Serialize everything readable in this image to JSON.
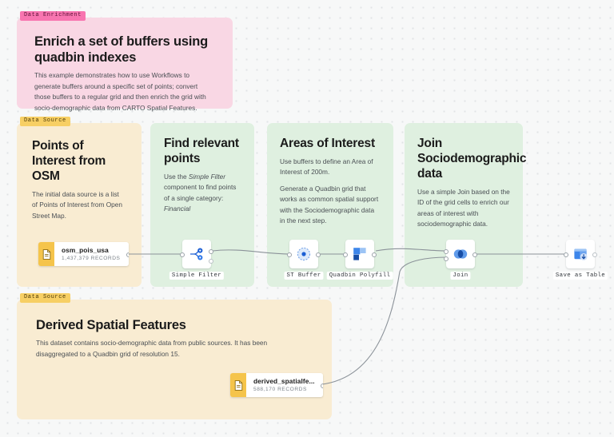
{
  "canvas": {
    "background_color": "#f7f8f8",
    "dot_color": "#e2e4e6"
  },
  "panels": [
    {
      "id": "data-enrichment",
      "badge": "Data Enrichment",
      "badge_color": "#f875b0",
      "panel_color": "#f9d7e4",
      "title": "Enrich a set of buffers using quadbin indexes",
      "body": "This example demonstrates how to use Workflows to generate buffers around a specific set of points; convert those buffers to a regular grid and then enrich the grid with socio-demographic data from CARTO Spatial Features."
    },
    {
      "id": "points-of-interest",
      "badge": "Data Source",
      "badge_color": "#f7cf64",
      "panel_color": "#f9ecd2",
      "title": "Points of Interest from OSM",
      "body": "The initial data source is a list of Points of Interest from Open Street Map."
    },
    {
      "id": "find-relevant-points",
      "badge": "",
      "panel_color": "#dff0e0",
      "title": "Find relevant points",
      "body_pre": "Use the ",
      "body_em1": "Simple Filter",
      "body_mid": " component to find points of a single category: ",
      "body_em2": "Financial"
    },
    {
      "id": "areas-of-interest",
      "badge": "",
      "panel_color": "#dff0e0",
      "title": "Areas of Interest",
      "body": "Use buffers to define an Area of Interest of 200m.",
      "body2": "Generate a Quadbin grid that works as common spatial support with the Sociodemographic data in the next step."
    },
    {
      "id": "join-sociodemographic",
      "badge": "",
      "panel_color": "#dff0e0",
      "title": "Join Sociodemographic data",
      "body": "Use a simple Join based on the ID of the grid cells to enrich our areas of interest with sociodemographic data."
    },
    {
      "id": "derived-spatial-features",
      "badge": "Data Source",
      "badge_color": "#f7cf64",
      "panel_color": "#f9ecd2",
      "title": "Derived Spatial Features",
      "body": "This dataset contains socio-demographic data from public sources. It has been disaggregated to a Quadbin grid of resolution 15."
    }
  ],
  "data_nodes": [
    {
      "id": "osm-pois-usa",
      "name": "osm_pois_usa",
      "records": "1,437,379 RECORDS",
      "icon": "file-icon",
      "swatch_color": "#f5c44b"
    },
    {
      "id": "derived-spatialfe",
      "name": "derived_spatialfe...",
      "records": "588,170 RECORDS",
      "icon": "file-icon",
      "swatch_color": "#f5c44b"
    }
  ],
  "workflow_nodes": [
    {
      "id": "simple-filter",
      "label": "Simple Filter",
      "icon": "filter-branch-icon"
    },
    {
      "id": "st-buffer",
      "label": "ST Buffer",
      "icon": "buffer-circle-icon"
    },
    {
      "id": "quadbin-polyfill",
      "label": "Quadbin Polyfill",
      "icon": "quadbin-squares-icon"
    },
    {
      "id": "join",
      "label": "Join",
      "icon": "join-venn-icon"
    },
    {
      "id": "save-as-table",
      "label": "Save as Table",
      "icon": "save-table-icon"
    }
  ],
  "colors": {
    "edge": "#8b9299",
    "accent_blue": "#1c5fd4",
    "light_blue": "#7eb0ef"
  }
}
